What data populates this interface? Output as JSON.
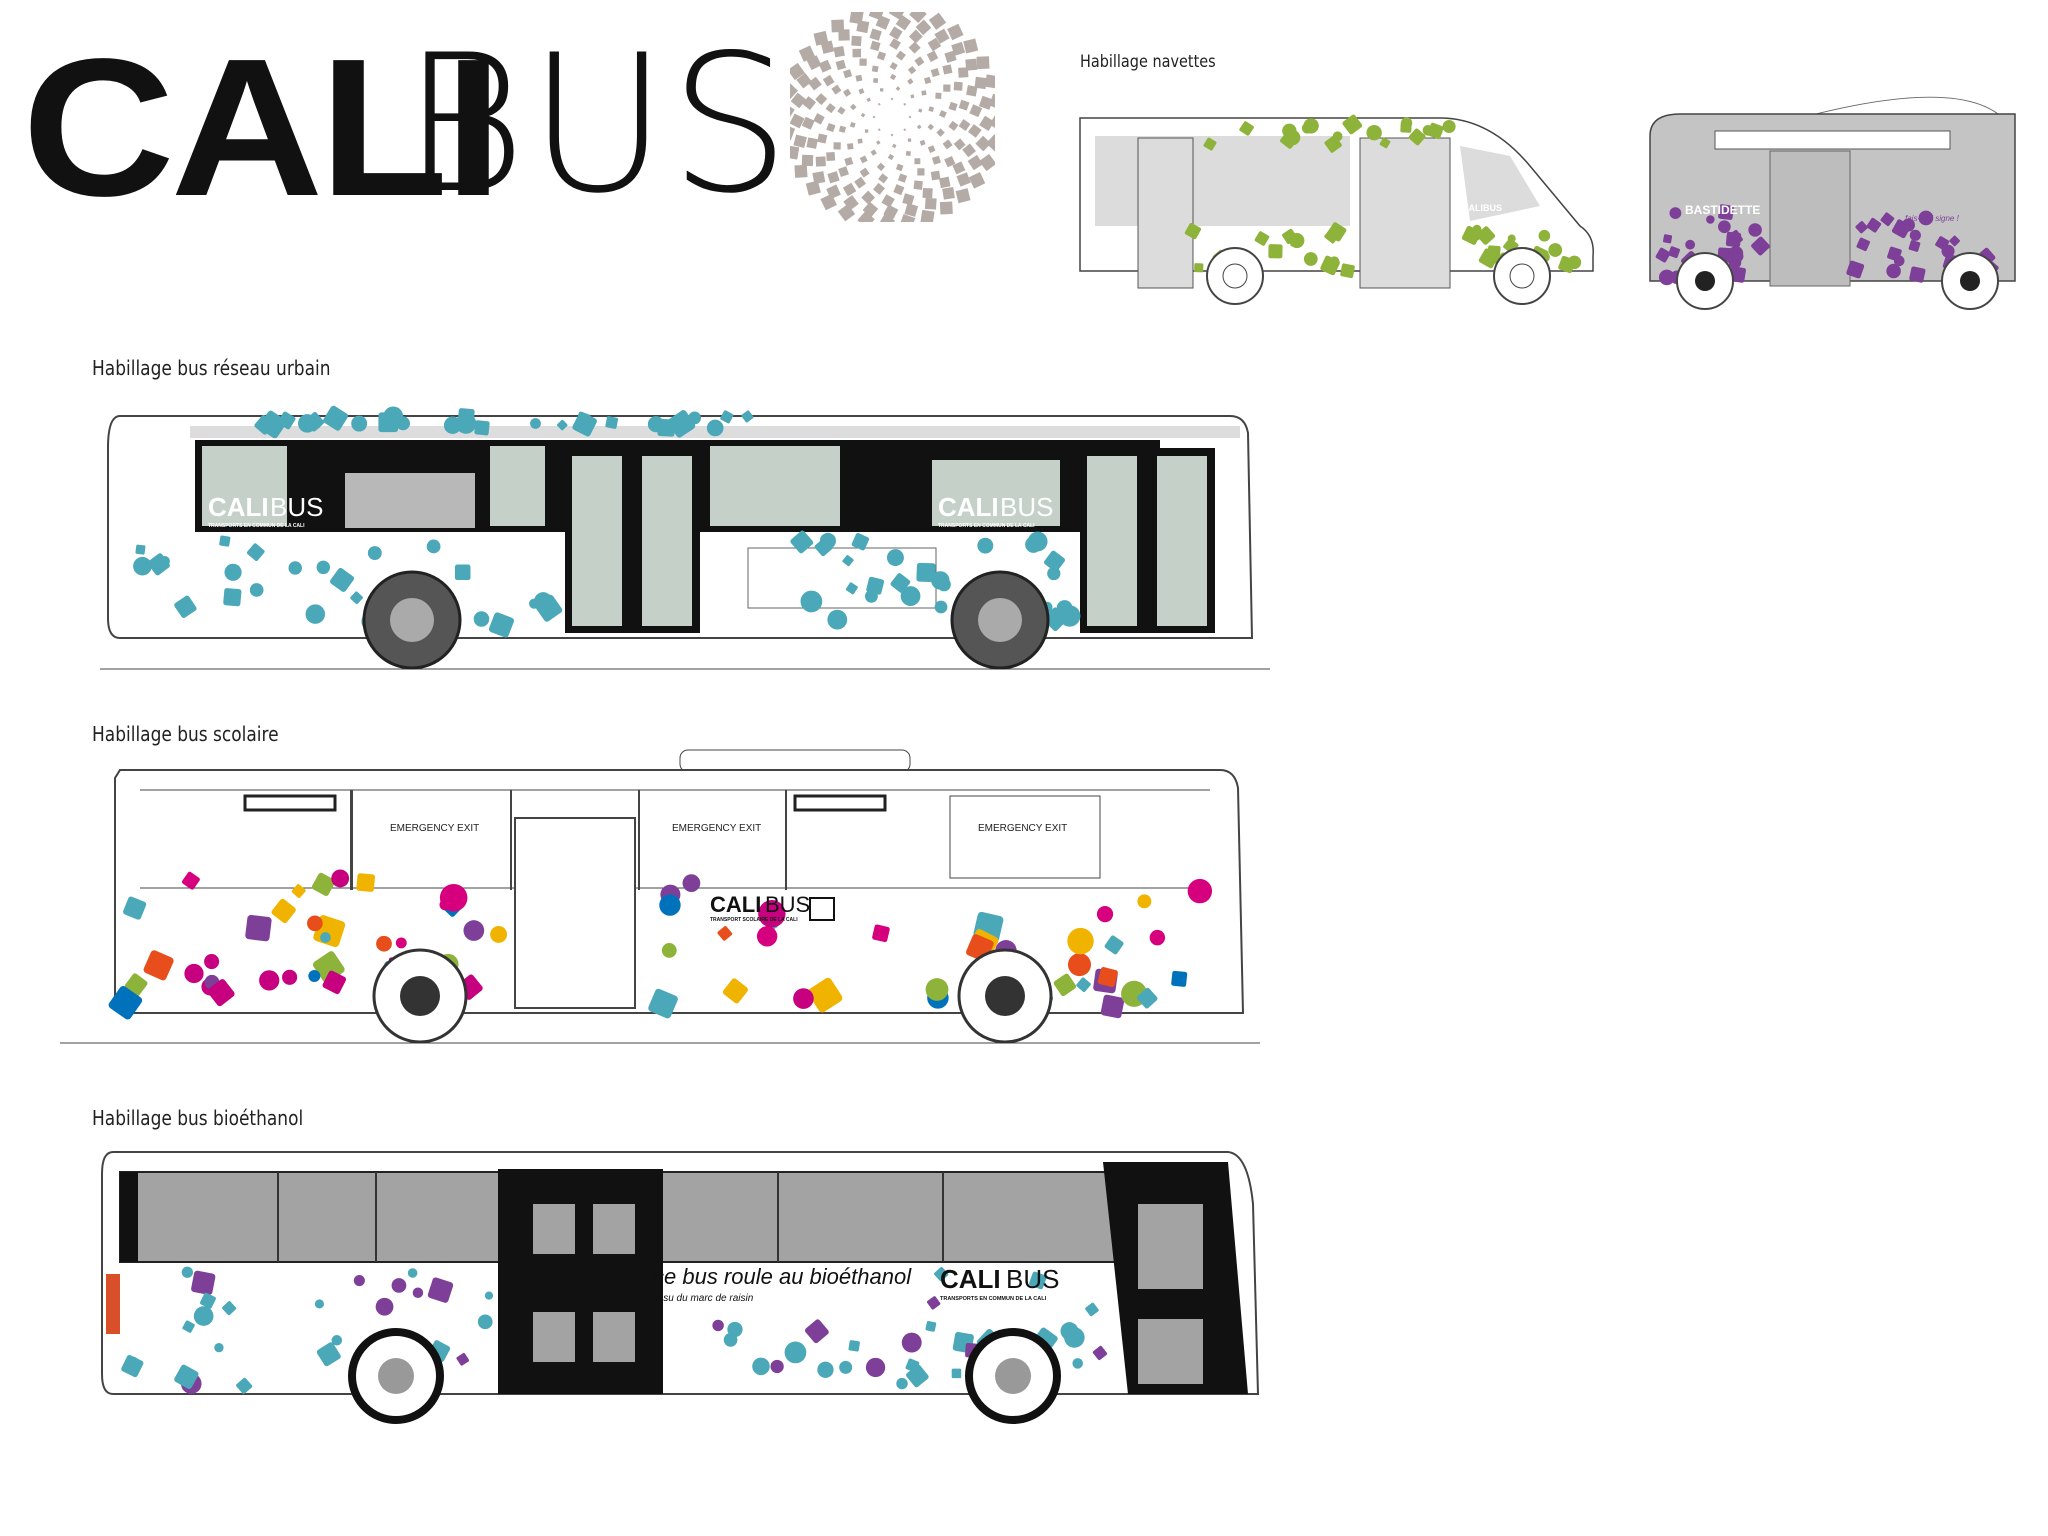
{
  "logo": {
    "cali": "CALI",
    "bus": "BUS"
  },
  "sections": {
    "navettes": "Habillage navettes",
    "urbain": "Habillage bus réseau urbain",
    "scolaire": "Habillage bus scolaire",
    "bioethanol": "Habillage bus bioéthanol"
  },
  "navette1": {
    "brand": "CALIBUS"
  },
  "navette2": {
    "brand": "BASTIDETTE",
    "tagline": "fais-moi signe !"
  },
  "urbain": {
    "brand_cali": "CALI",
    "brand_bus": "BUS",
    "brand_sub": "TRANSPORTS EN COMMUN DE LA CALI"
  },
  "scolaire": {
    "exit": "EMERGENCY EXIT",
    "brand_cali": "CALI",
    "brand_bus": "BUS",
    "brand_sub": "TRANSPORT SCOLAIRE DE LA CALI"
  },
  "bioethanol": {
    "slogan": "ce bus roule au bioéthanol",
    "slogan_sub": "issu du marc de raisin",
    "brand_cali": "CALI",
    "brand_bus": "BUS",
    "brand_sub": "TRANSPORTS EN COMMUN DE LA CALI"
  },
  "colors": {
    "green": "#8db33a",
    "purple": "#7d3f98",
    "teal": "#4aa8b8",
    "window_green": "#c5d1c8",
    "grey": "#a3a3a3",
    "spiral": "#b5aba6"
  }
}
